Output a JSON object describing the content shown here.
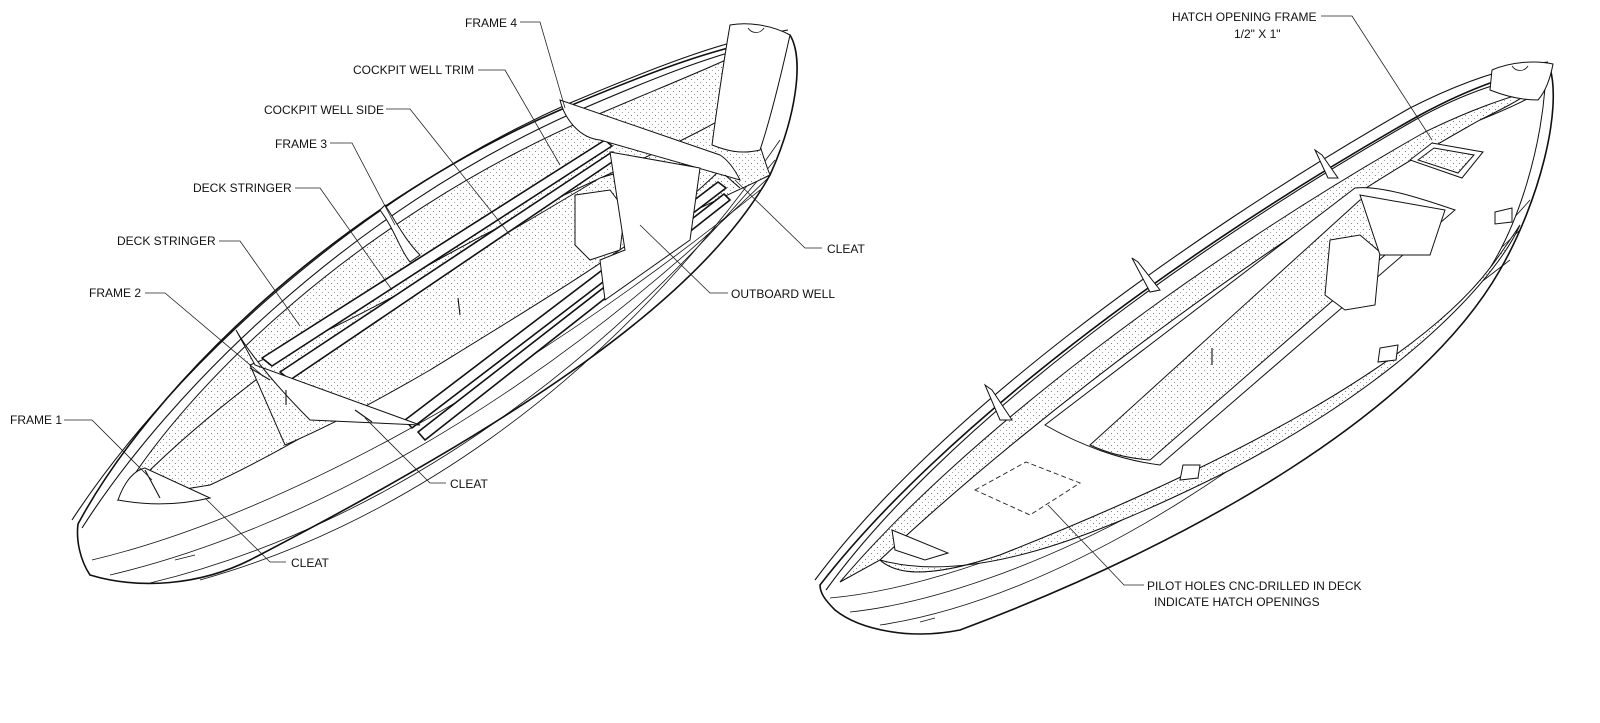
{
  "left_view": {
    "labels": {
      "frame_4": "FRAME 4",
      "cockpit_well_trim": "COCKPIT WELL TRIM",
      "cockpit_well_side": "COCKPIT WELL SIDE",
      "frame_3": "FRAME 3",
      "deck_stringer_upper": "DECK STRINGER",
      "deck_stringer_lower": "DECK STRINGER",
      "frame_2": "FRAME 2",
      "frame_1": "FRAME 1",
      "cleat_right": "CLEAT",
      "outboard_well": "OUTBOARD WELL",
      "cleat_middle": "CLEAT",
      "cleat_bottom": "CLEAT"
    }
  },
  "right_view": {
    "labels": {
      "hatch_opening_frame": "HATCH OPENING FRAME",
      "hatch_frame_size": "1/2\" X 1\"",
      "pilot_holes_line1": "PILOT HOLES CNC-DRILLED IN DECK",
      "pilot_holes_line2": "INDICATE HATCH OPENINGS"
    }
  }
}
